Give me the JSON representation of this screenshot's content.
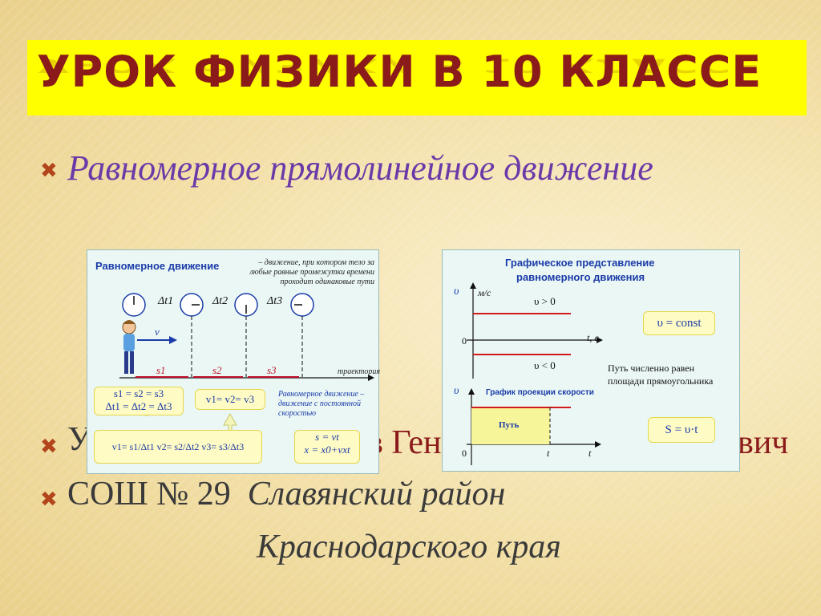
{
  "title": "УРОК ФИЗИКИ В 10 КЛАССЕ",
  "bullets": {
    "topic": "Равномерное прямолинейное движение",
    "author_start": "У",
    "author_middle": "в Ген",
    "author_end": "вич",
    "school_plain": "СОШ № 29",
    "school_italic": "Славянский район",
    "region": "Краснодарского края"
  },
  "panel_left": {
    "title": "Равномерное движение",
    "definition": "– движение, при котором тело за любые равные промежутки времени проходит одинаковые пути",
    "dt_labels": [
      "Δt1",
      "Δt2",
      "Δt3"
    ],
    "velocity_label": "v",
    "s_labels": [
      "s1",
      "s2",
      "s3"
    ],
    "trajectory": "траектория",
    "box_equal": "s1 = s2 = s3\nΔt1 = Δt2 = Δt3",
    "box_v_equal": "v1= v2= v3",
    "note": "Равномерное движение – движение с постоянной скоростью",
    "box_fractions": "v1= s1/Δt1   v2= s2/Δt2   v3= s3/Δt3",
    "box_law": "s = vt\nx = x0+vxt"
  },
  "panel_right": {
    "title_line1": "Графическое представление",
    "title_line2": "равномерного движения",
    "axis_v": "υ",
    "axis_unit": "м/с",
    "axis_t": "t, c",
    "zero": "0",
    "v_pos": "υ  > 0",
    "v_neg": "υ  < 0",
    "const_box": "υ = const",
    "path_text_line1": "Путь численно равен",
    "path_text_line2": "площади прямоугольника",
    "graph2_title": "График проекции скорости",
    "area_label": "Путь",
    "axis_t2": "t",
    "t_mark": "t",
    "s_box": "S = υ·t"
  },
  "colors": {
    "title_bg": "#ffff00",
    "title_text": "#8b1a1a",
    "topic_text": "#6b3aa8",
    "bullet": "#b3451c"
  }
}
